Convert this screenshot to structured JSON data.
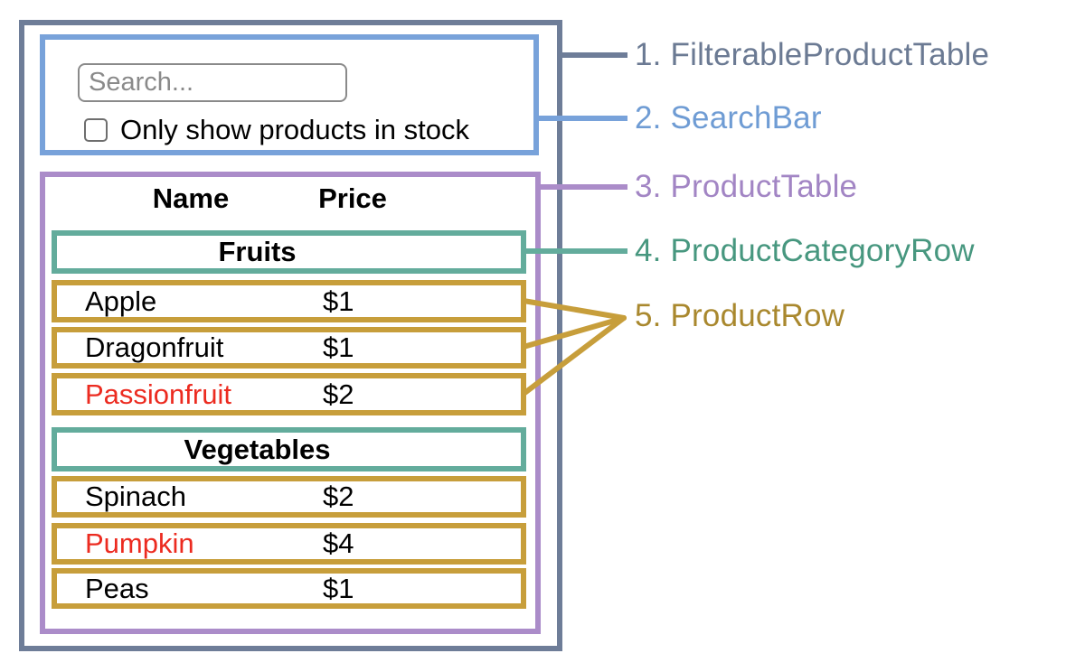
{
  "palette": {
    "slate": "#6e7d98",
    "slate_text": "#6b7a93",
    "blue": "#78a2da",
    "blue_text": "#6f9cd4",
    "purple": "#ab8cc9",
    "purple_text": "#a285c4",
    "teal": "#63ac9c",
    "teal_text": "#47977f",
    "gold": "#c79e3b",
    "gold_text": "#a9882e",
    "out_of_stock_red": "#ec2b20"
  },
  "search_bar": {
    "placeholder": "Search...",
    "checkbox_label": "Only show products in stock",
    "checkbox_checked": false
  },
  "product_table": {
    "headers": {
      "name": "Name",
      "price": "Price"
    },
    "sections": [
      {
        "category": "Fruits",
        "rows": [
          {
            "name": "Apple",
            "price": "$1"
          },
          {
            "name": "Dragonfruit",
            "price": "$1"
          },
          {
            "name": "Passionfruit",
            "price": "$2",
            "name_color": "#ec2b20"
          }
        ]
      },
      {
        "category": "Vegetables",
        "rows": [
          {
            "name": "Spinach",
            "price": "$2"
          },
          {
            "name": "Pumpkin",
            "price": "$4",
            "name_color": "#ec2b20"
          },
          {
            "name": "Peas",
            "price": "$1"
          }
        ]
      }
    ]
  },
  "legend": [
    {
      "label": "1. FilterableProductTable",
      "color": "#6b7a93"
    },
    {
      "label": "2. SearchBar",
      "color": "#6f9cd4"
    },
    {
      "label": "3. ProductTable",
      "color": "#a285c4"
    },
    {
      "label": "4. ProductCategoryRow",
      "color": "#47977f"
    },
    {
      "label": "5. ProductRow",
      "color": "#a9882e"
    }
  ]
}
